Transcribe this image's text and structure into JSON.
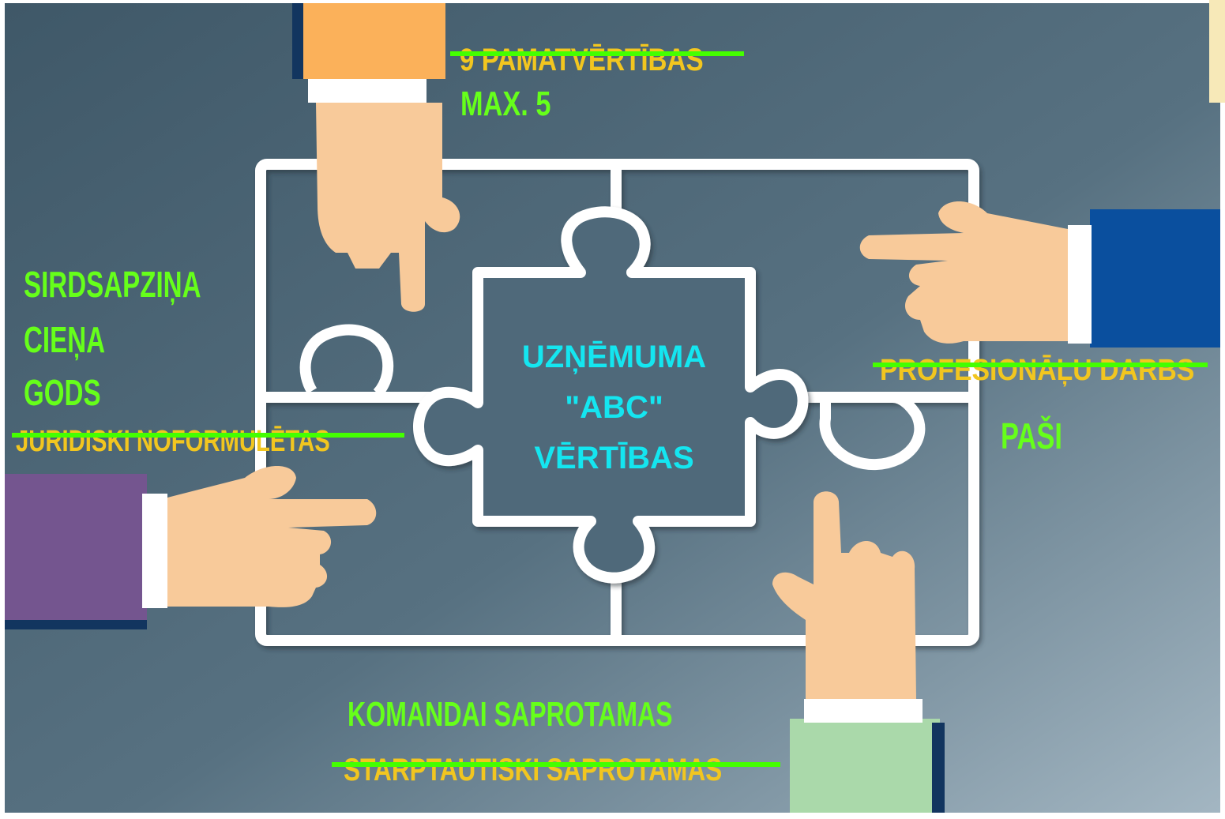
{
  "top_struck": "9 PAMATVĒRTĪBAS",
  "top_new": "MAX. 5",
  "left_values": [
    "SIRDSAPZIŅA",
    "CIEŅA",
    "GODS"
  ],
  "left_struck": "JURIDISKI NOFORMULĒTAS",
  "right_struck": "PROFESIONĀĻU DARBS",
  "right_new": "PAŠI",
  "bottom_new": "KOMANDAI SAPROTAMAS",
  "bottom_struck": "STARPTAUTISKI SAPROTAMAS",
  "center_lines": [
    "UZŅĒMUMA",
    "\"ABC\"",
    "VĒRTĪBAS"
  ],
  "colors": {
    "green_text": "#66ff1a",
    "yellow_text": "#f2c61f",
    "strike_line": "#44ff00",
    "center_text": "#14e6f0",
    "background_dark": "#3f5868",
    "background_light": "#9fb2bf",
    "puzzle_outline": "#ffffff",
    "sleeve_orange": "#fbb15a",
    "sleeve_blue": "#0a4f9e",
    "sleeve_purple": "#74558f",
    "sleeve_green": "#aad9aa",
    "skin": "#f8ca9a"
  }
}
